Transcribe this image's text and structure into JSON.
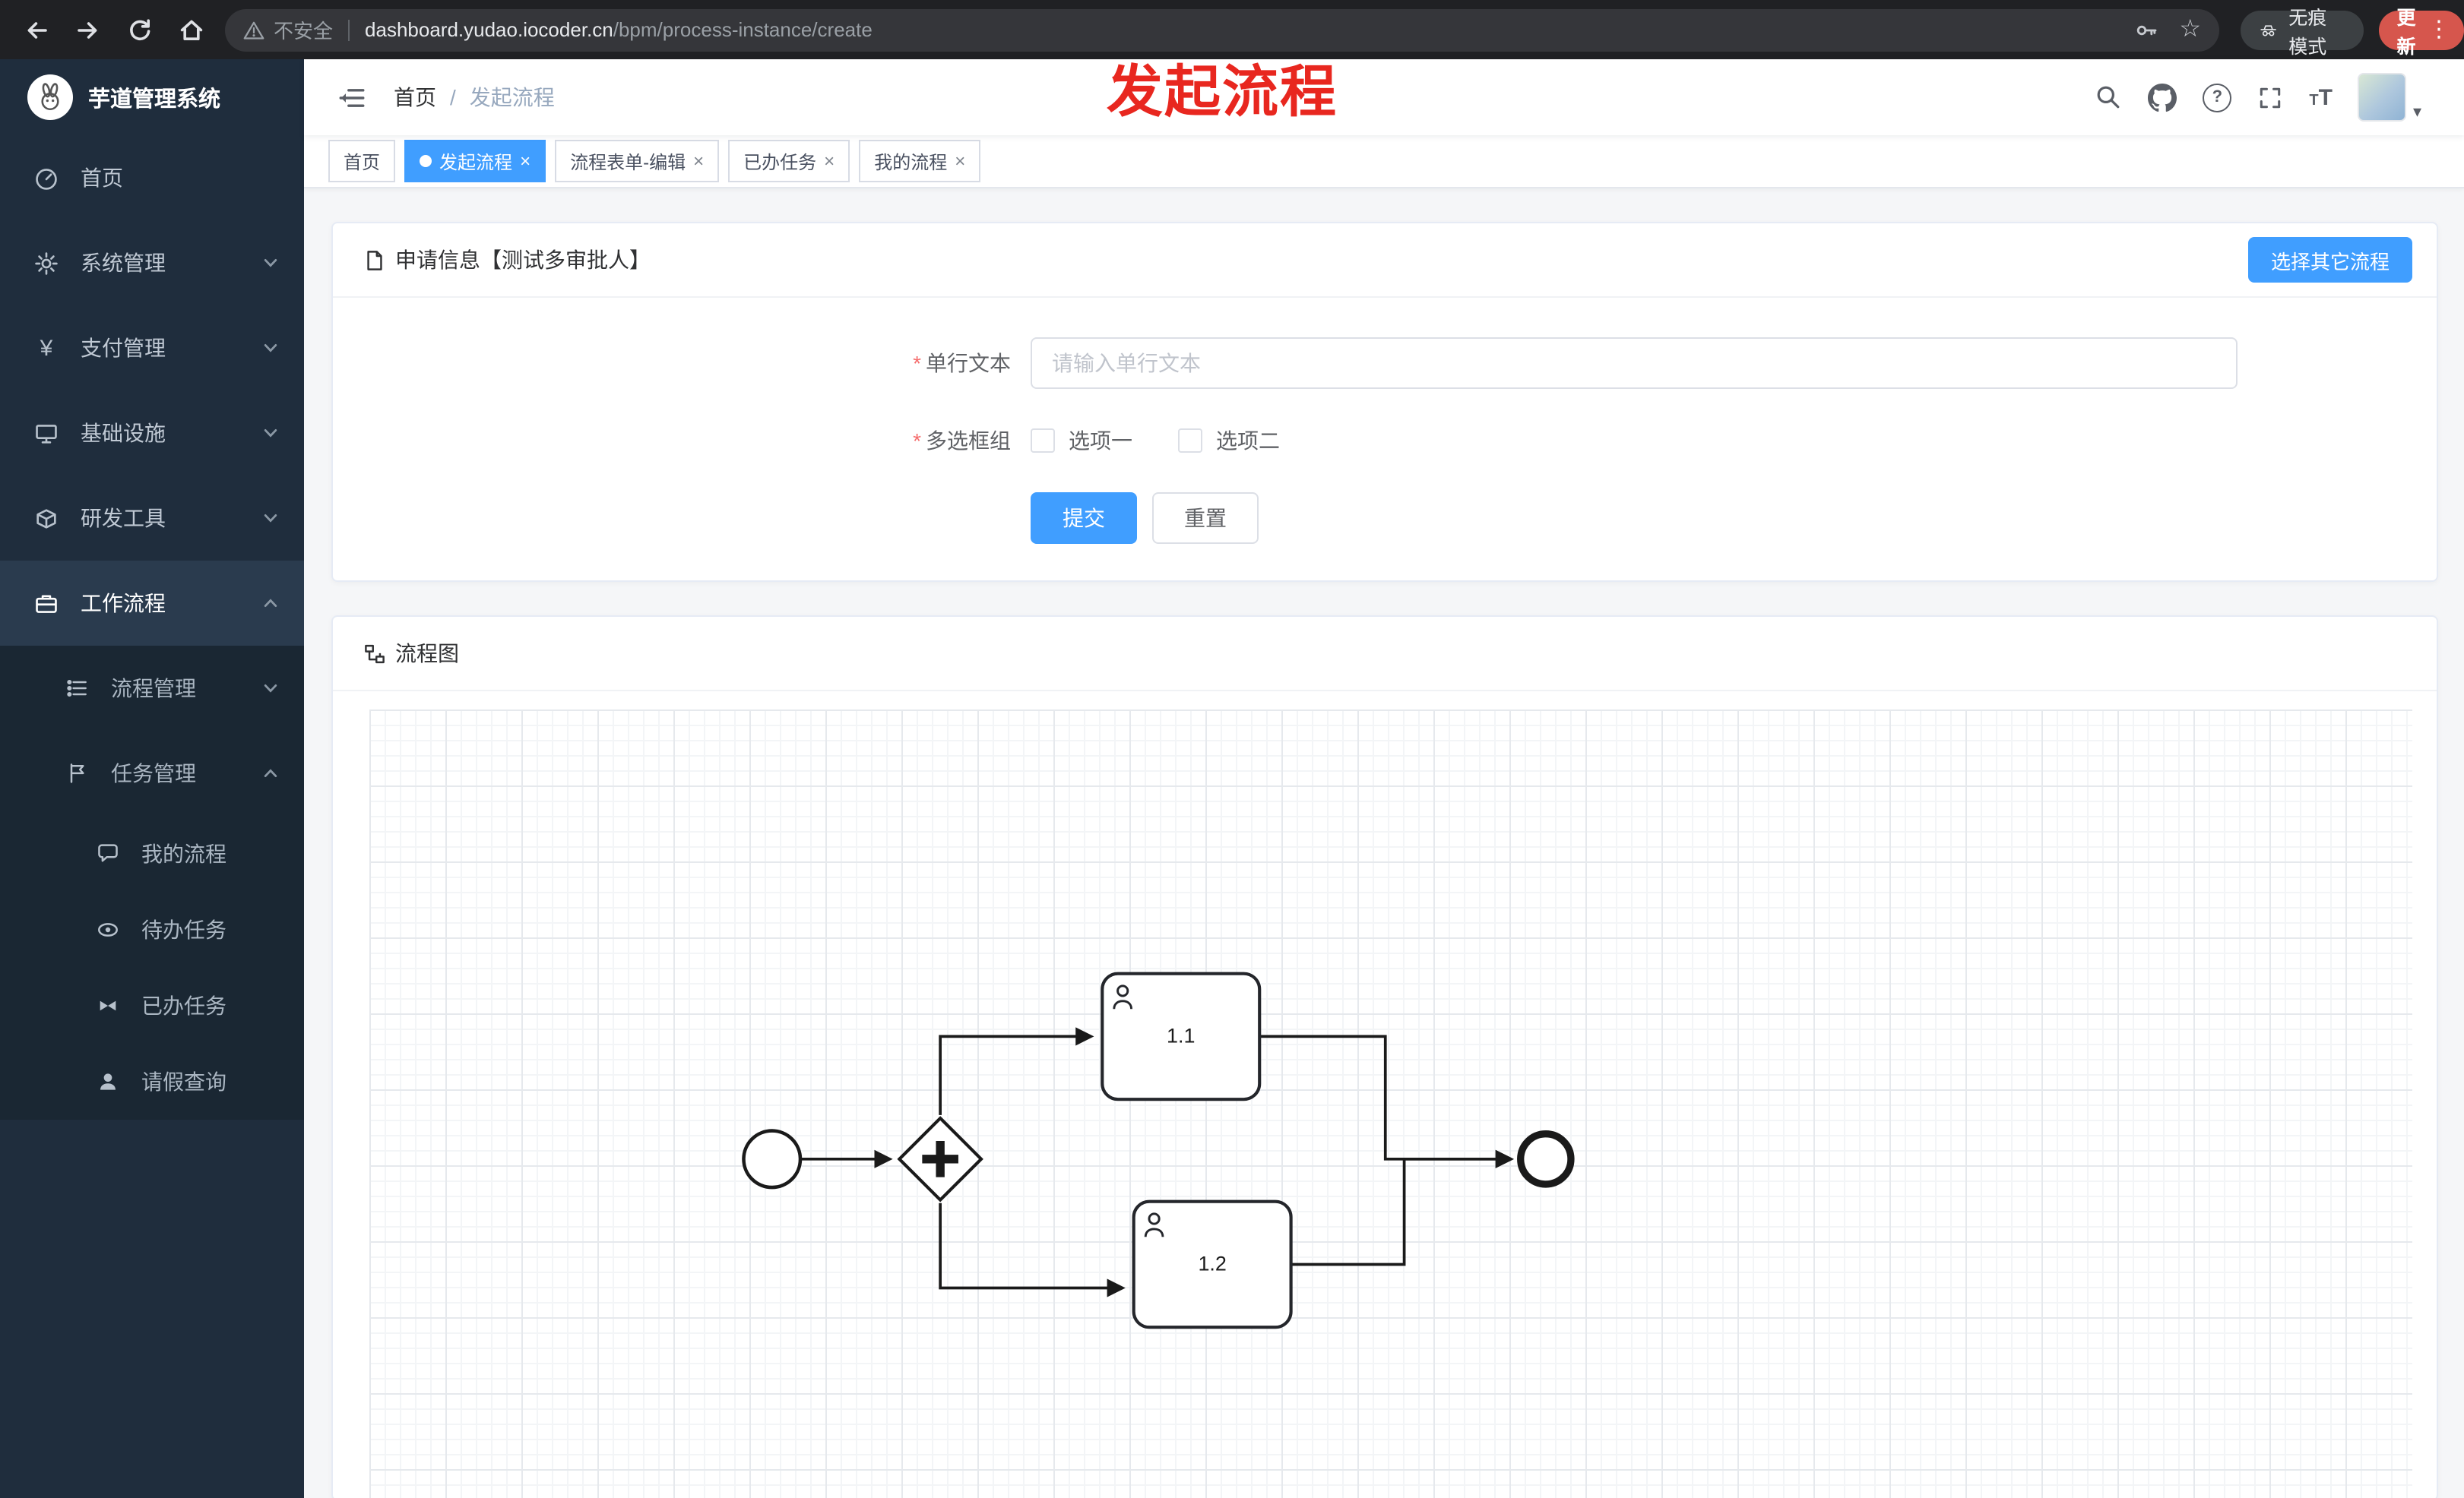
{
  "browser": {
    "security_label": "不安全",
    "url_domain": "dashboard.yudao.iocoder.cn",
    "url_path": "/bpm/process-instance/create",
    "incognito_label": "无痕模式",
    "update_label": "更新"
  },
  "annotation": {
    "title": "发起流程"
  },
  "icons": {
    "star": "☆",
    "kebab": "⋮",
    "caret_down": "▾",
    "question": "?",
    "yen": "¥",
    "close": "×",
    "font_small": "T",
    "font_large": "T"
  },
  "sidebar": {
    "app_title": "芋道管理系统",
    "items": [
      {
        "label": "首页",
        "state": "none"
      },
      {
        "label": "系统管理",
        "state": "collapsed"
      },
      {
        "label": "支付管理",
        "state": "collapsed"
      },
      {
        "label": "基础设施",
        "state": "collapsed"
      },
      {
        "label": "研发工具",
        "state": "collapsed"
      },
      {
        "label": "工作流程",
        "state": "expanded"
      }
    ],
    "workflow_children": [
      {
        "label": "流程管理",
        "state": "collapsed"
      },
      {
        "label": "任务管理",
        "state": "expanded"
      }
    ],
    "task_children": [
      {
        "label": "我的流程"
      },
      {
        "label": "待办任务"
      },
      {
        "label": "已办任务"
      },
      {
        "label": "请假查询"
      }
    ]
  },
  "header": {
    "breadcrumb_home": "首页",
    "breadcrumb_sep": "/",
    "breadcrumb_current": "发起流程"
  },
  "tabs": [
    {
      "label": "首页",
      "active": false,
      "closable": false
    },
    {
      "label": "发起流程",
      "active": true,
      "closable": true
    },
    {
      "label": "流程表单-编辑",
      "active": false,
      "closable": true
    },
    {
      "label": "已办任务",
      "active": false,
      "closable": true
    },
    {
      "label": "我的流程",
      "active": false,
      "closable": true
    }
  ],
  "form_card": {
    "title": "申请信息【测试多审批人】",
    "select_other_button": "选择其它流程",
    "text_field": {
      "required_mark": "*",
      "label": "单行文本",
      "value": "",
      "placeholder": "请输入单行文本"
    },
    "checkbox_field": {
      "required_mark": "*",
      "label": "多选框组",
      "options": [
        {
          "label": "选项一",
          "checked": false
        },
        {
          "label": "选项二",
          "checked": false
        }
      ]
    },
    "submit_label": "提交",
    "reset_label": "重置"
  },
  "diagram_card": {
    "title": "流程图",
    "type": "bpmn",
    "elements": {
      "start_event": "start",
      "gateway": "parallel-gateway",
      "end_event": "end"
    },
    "tasks": [
      {
        "label": "1.1"
      },
      {
        "label": "1.2"
      }
    ]
  },
  "colors": {
    "accent": "#409eff",
    "sidebar_bg": "#1f2d3d",
    "annotation_red": "#e8271f",
    "update_button_red": "#d6564d"
  }
}
